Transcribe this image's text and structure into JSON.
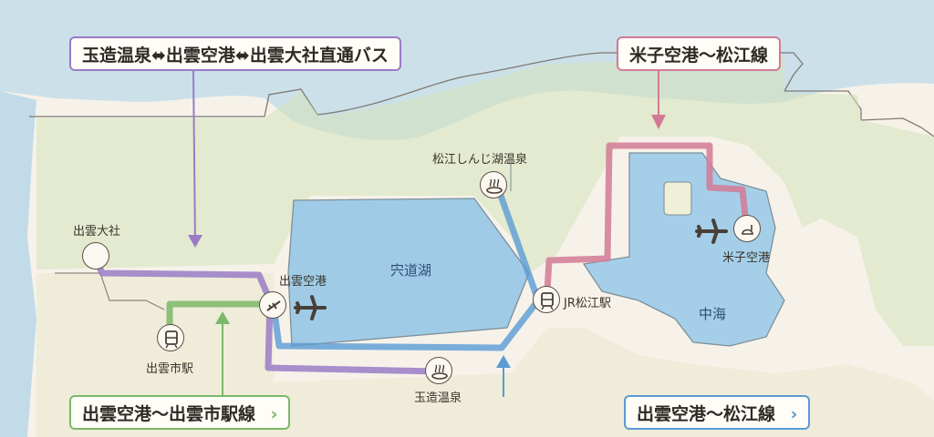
{
  "routes": {
    "tamatsukuri_izumo": {
      "label": "玉造温泉⬌出雲空港⬌出雲大社直通バス",
      "color": "#9a7cc6"
    },
    "yonago_matsue": {
      "label": "米子空港〜松江線",
      "color": "#d27a95"
    },
    "izumo_izumoshi": {
      "label": "出雲空港〜出雲市駅線",
      "color": "#7bb86a",
      "chevron": "›"
    },
    "izumo_matsue": {
      "label": "出雲空港〜松江線",
      "color": "#5a9bd4",
      "chevron": "›"
    }
  },
  "places": {
    "izumo_taisha": "出雲大社",
    "izumo_airport": "出雲空港",
    "izumoshi_station": "出雲市駅",
    "tamatsukuri_onsen": "玉造温泉",
    "matsue_shinjiko_onsen": "松江しんじ湖温泉",
    "jr_matsue_station": "JR松江駅",
    "yonago_airport": "米子空港"
  },
  "lakes": {
    "shinjiko": "宍道湖",
    "nakaumi": "中海"
  },
  "icons": {
    "shrine": "shrine-circle-icon",
    "airport": "plane-icon",
    "station": "train-icon",
    "onsen": "hot-spring-icon"
  },
  "colors": {
    "water": "#9fcbe6",
    "land": "#cfe0b5",
    "paper": "#f6f2ea"
  }
}
